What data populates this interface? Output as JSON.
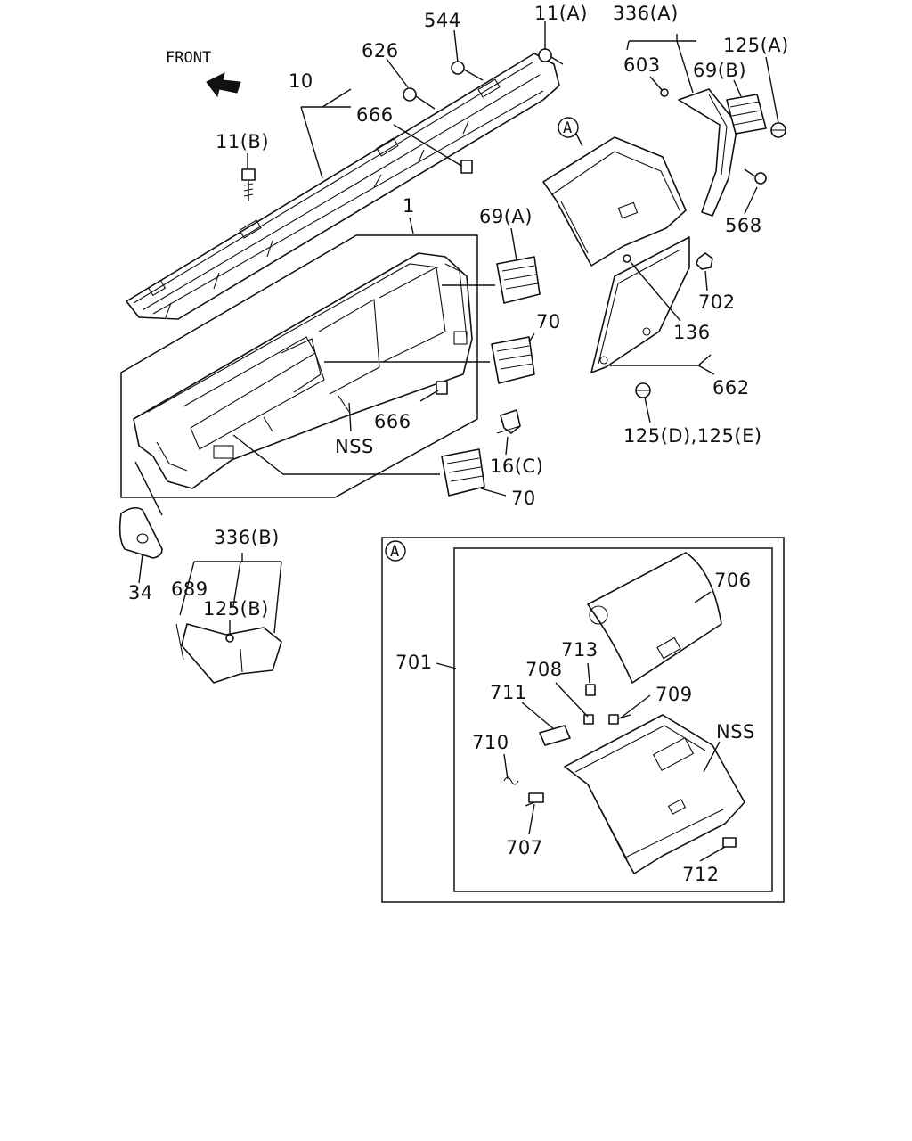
{
  "front_text": "FRONT",
  "callout_a": "A",
  "labels": {
    "l544": "544",
    "l11a": "11(A)",
    "l336a": "336(A)",
    "l626": "626",
    "l603": "603",
    "l69b": "69(B)",
    "l125a": "125(A)",
    "l10": "10",
    "l666_top": "666",
    "l11b": "11(B)",
    "l568": "568",
    "l1": "1",
    "l69a": "69(A)",
    "l702": "702",
    "l70_upper": "70",
    "l136": "136",
    "l662": "662",
    "l666_mid": "666",
    "l125de": "125(D),125(E)",
    "lnss_main": "NSS",
    "l16c": "16(C)",
    "l70_lower": "70",
    "l336b": "336(B)",
    "l34": "34",
    "l689": "689",
    "l125b": "125(B)",
    "l706": "706",
    "l701": "701",
    "l713": "713",
    "l708": "708",
    "l711": "711",
    "l709": "709",
    "lnss_detail": "NSS",
    "l710": "710",
    "l707": "707",
    "l712": "712"
  }
}
